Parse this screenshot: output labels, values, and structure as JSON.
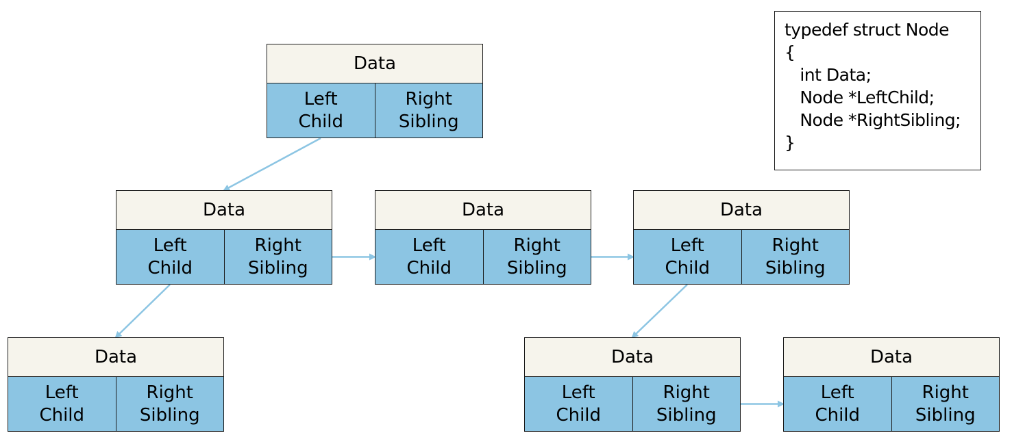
{
  "diagram": {
    "arrow_color": "#8cc5e3",
    "node_data_fill": "#f6f4ec",
    "node_pointer_fill": "#8cc5e3",
    "nodes": [
      {
        "id": "root",
        "data": "Data",
        "left": "Left\nChild",
        "right": "Right\nSibling"
      },
      {
        "id": "level1-a",
        "data": "Data",
        "left": "Left\nChild",
        "right": "Right\nSibling"
      },
      {
        "id": "level1-b",
        "data": "Data",
        "left": "Left\nChild",
        "right": "Right\nSibling"
      },
      {
        "id": "level1-c",
        "data": "Data",
        "left": "Left\nChild",
        "right": "Right\nSibling"
      },
      {
        "id": "level2-a",
        "data": "Data",
        "left": "Left\nChild",
        "right": "Right\nSibling"
      },
      {
        "id": "level2-b",
        "data": "Data",
        "left": "Left\nChild",
        "right": "Right\nSibling"
      },
      {
        "id": "level2-c",
        "data": "Data",
        "left": "Left\nChild",
        "right": "Right\nSibling"
      }
    ],
    "edges": [
      {
        "from": "root",
        "to": "level1-a",
        "kind": "left-child"
      },
      {
        "from": "level1-a",
        "to": "level1-b",
        "kind": "right-sibling"
      },
      {
        "from": "level1-b",
        "to": "level1-c",
        "kind": "right-sibling"
      },
      {
        "from": "level1-a",
        "to": "level2-a",
        "kind": "left-child"
      },
      {
        "from": "level1-c",
        "to": "level2-b",
        "kind": "left-child"
      },
      {
        "from": "level2-b",
        "to": "level2-c",
        "kind": "right-sibling"
      }
    ]
  },
  "code": {
    "lines": [
      "typedef struct Node",
      "{",
      "   int Data;",
      "   Node *LeftChild;",
      "   Node *RightSibling;",
      "}"
    ]
  }
}
